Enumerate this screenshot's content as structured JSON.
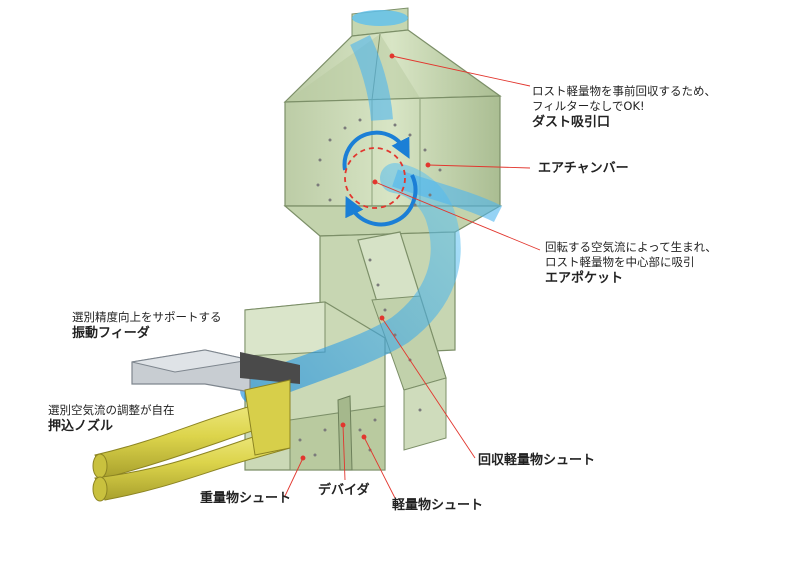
{
  "labels": {
    "dust_intake": {
      "note": "ロスト軽量物を事前回収するため、",
      "note2": "フィルターなしでOK!",
      "name": "ダスト吸引口"
    },
    "air_chamber": {
      "name": "エアチャンバー"
    },
    "air_pocket": {
      "note": "回転する空気流によって生まれ、",
      "note2": "ロスト軽量物を中心部に吸引",
      "name": "エアポケット"
    },
    "vibrating_feeder": {
      "note": "選別精度向上をサポートする",
      "name": "振動フィーダ"
    },
    "push_nozzle": {
      "note": "選別空気流の調整が自在",
      "name": "押込ノズル"
    },
    "recovery_chute": {
      "name": "回収軽量物シュート"
    },
    "heavy_chute": {
      "name": "重量物シュート"
    },
    "divider": {
      "name": "デバイダ"
    },
    "light_chute": {
      "name": "軽量物シュート"
    }
  },
  "colors": {
    "body_green": "#c9d9b4",
    "body_green_dark": "#9fb487",
    "air_blue": "#3ea8e8",
    "leader_red": "#e2362e",
    "nozzle_yellow": "#e2dc5a",
    "feeder_gray": "#c8cdd2"
  }
}
